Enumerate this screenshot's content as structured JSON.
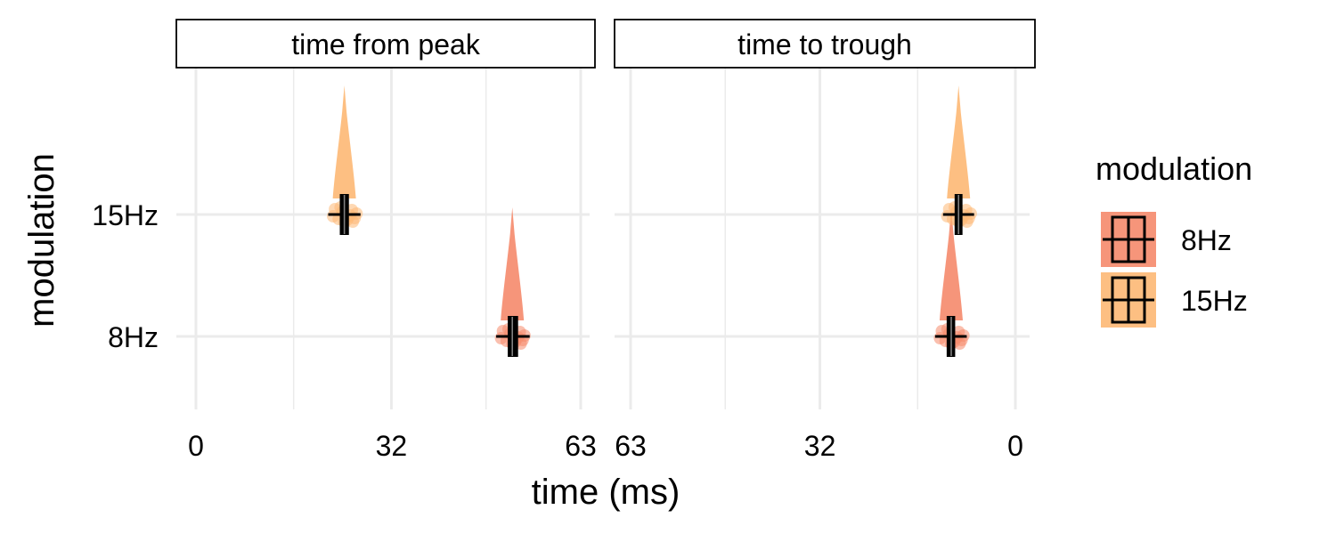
{
  "chart_data": {
    "type": "violin-raincloud",
    "xlabel": "time (ms)",
    "ylabel": "modulation",
    "categories": [
      "8Hz",
      "15Hz"
    ],
    "grid": true,
    "legend": {
      "title": "modulation",
      "placement": "right",
      "entries": [
        {
          "label": "8Hz",
          "color": "#f58a6c"
        },
        {
          "label": "15Hz",
          "color": "#fdb874"
        }
      ]
    },
    "facets": [
      {
        "label": "time from peak",
        "xlim": [
          0,
          63
        ],
        "x_reversed": false,
        "xticks": [
          0,
          32,
          63
        ],
        "series": [
          {
            "name": "8Hz",
            "median": 51.8,
            "q1": 51.2,
            "q3": 52.6
          },
          {
            "name": "15Hz",
            "median": 24.3,
            "q1": 23.7,
            "q3": 24.9
          }
        ]
      },
      {
        "label": "time to trough",
        "xlim": [
          63,
          0
        ],
        "x_reversed": true,
        "xticks": [
          63,
          32,
          0
        ],
        "series": [
          {
            "name": "8Hz",
            "median": 10.5,
            "q1": 10.0,
            "q3": 11.1
          },
          {
            "name": "15Hz",
            "median": 9.3,
            "q1": 8.8,
            "q3": 9.8
          }
        ]
      }
    ]
  }
}
